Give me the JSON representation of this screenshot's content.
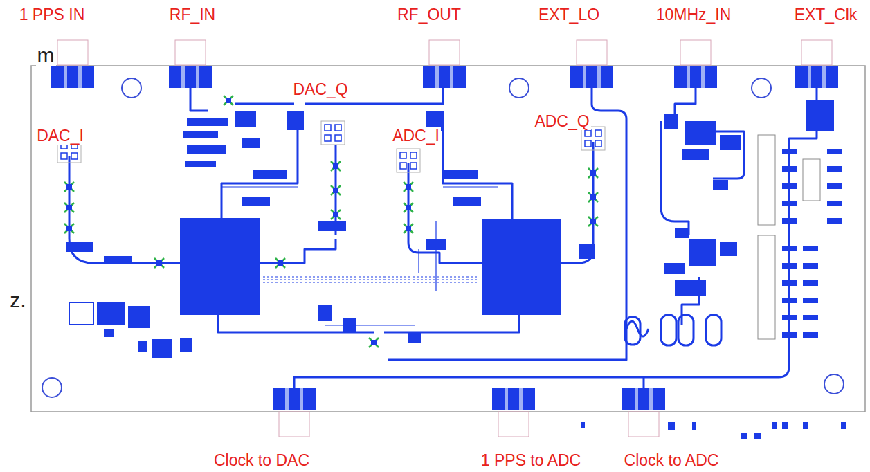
{
  "diagram": {
    "labels": [
      "1 PPS IN",
      "RF_IN",
      "RF_OUT",
      "EXT_LO",
      "10MHz_IN",
      "EXT_Clk",
      "m",
      "DAC_Q",
      "ADC_Q",
      "DAC_I",
      "ADC_I",
      "z.",
      "Clock to DAC",
      "1 PPS to ADC",
      "Clock to ADC"
    ]
  }
}
